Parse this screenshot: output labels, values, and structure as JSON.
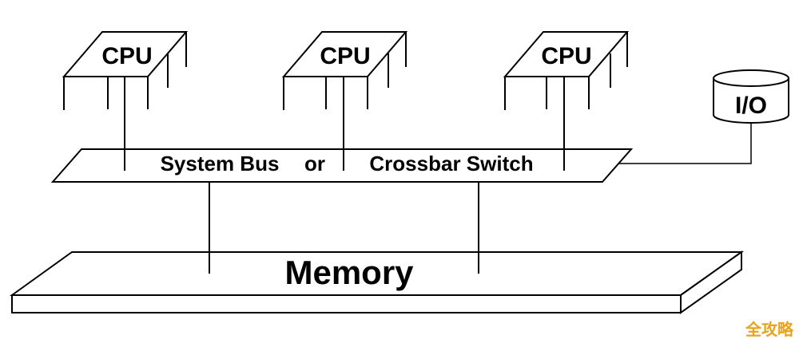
{
  "diagram": {
    "cpus": [
      {
        "label": "CPU"
      },
      {
        "label": "CPU"
      },
      {
        "label": "CPU"
      }
    ],
    "bus": {
      "label_left": "System Bus",
      "label_mid": "or",
      "label_right": "Crossbar Switch"
    },
    "memory": {
      "label": "Memory"
    },
    "io": {
      "label": "I/O"
    },
    "colors": {
      "stroke": "#000000",
      "background": "#ffffff",
      "watermark": "#e8a21c"
    }
  },
  "watermark": {
    "text": "全攻略"
  }
}
